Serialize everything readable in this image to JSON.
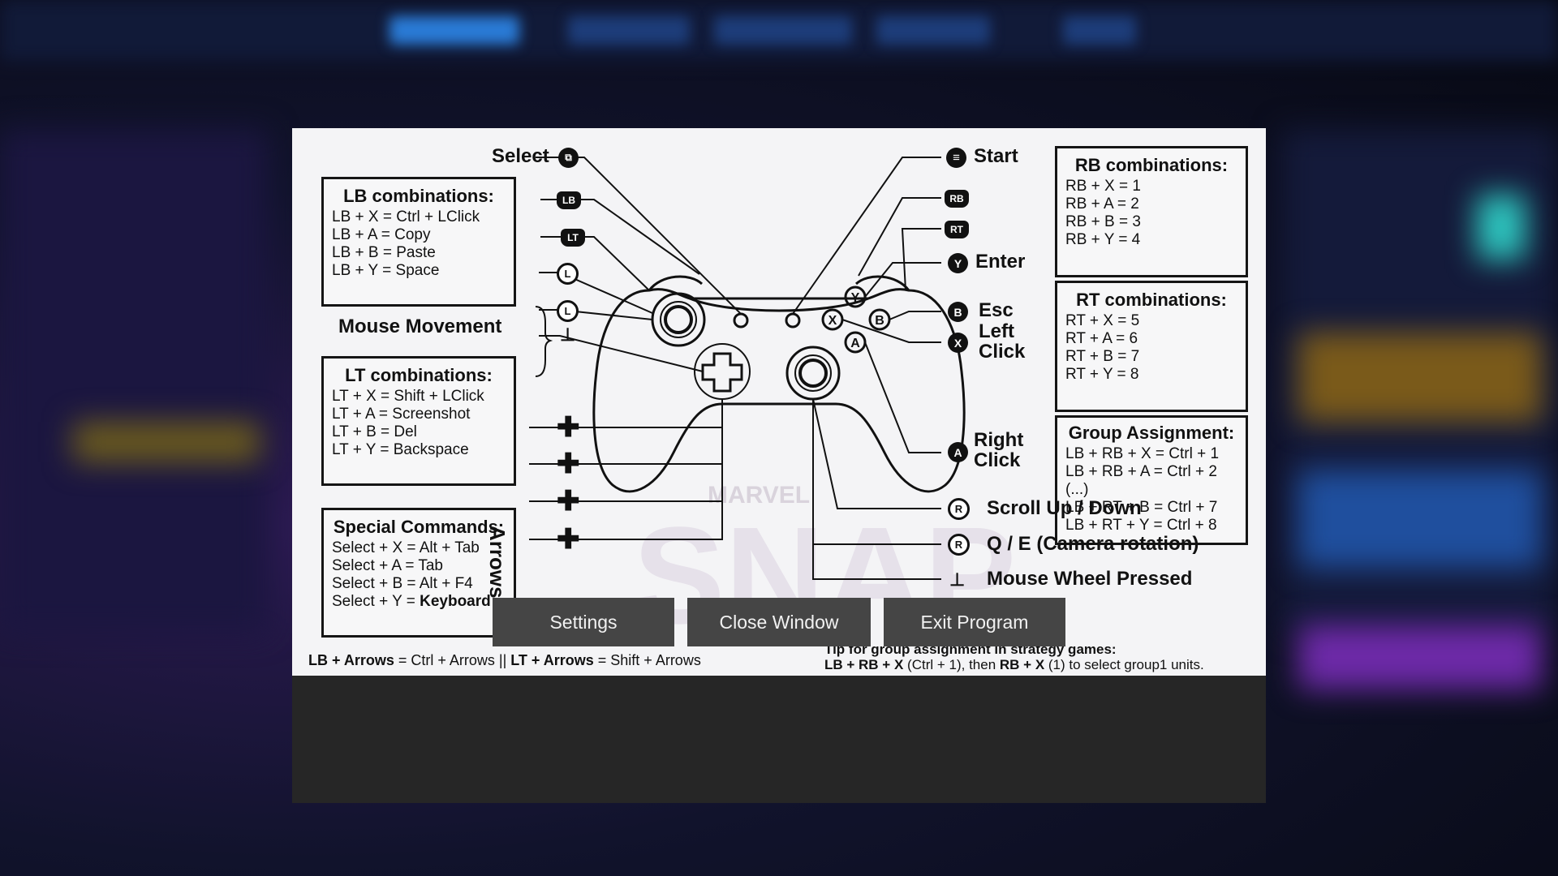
{
  "controls_sheet": {
    "lb_box": {
      "title": "LB combinations:",
      "lines": [
        "LB + X = Ctrl + LClick",
        "LB + A = Copy",
        "LB + B = Paste",
        "LB + Y = Space"
      ]
    },
    "lt_box": {
      "title": "LT combinations:",
      "lines": [
        "LT + X = Shift + LClick",
        "LT + A = Screenshot",
        "LT + B = Del",
        "LT + Y = Backspace"
      ]
    },
    "special_box": {
      "title": "Special Commands:",
      "lines": [
        "Select + X = Alt + Tab",
        "Select + A = Tab",
        "Select + B = Alt + F4"
      ],
      "last_prefix": "Select + Y = ",
      "last_bold": "Keyboard"
    },
    "rb_box": {
      "title": "RB combinations:",
      "lines": [
        "RB + X = 1",
        "RB + A = 2",
        "RB + B = 3",
        "RB +  Y = 4"
      ]
    },
    "rt_box": {
      "title": "RT combinations:",
      "lines": [
        "RT + X = 5",
        "RT + A = 6",
        "RT + B = 7",
        "RT +  Y = 8"
      ]
    },
    "group_box": {
      "title": "Group Assignment:",
      "lines": [
        "LB + RB + X = Ctrl + 1",
        "LB + RB + A = Ctrl + 2",
        "(...)",
        "LB + RT + B = Ctrl + 7",
        "LB + RT  + Y = Ctrl + 8"
      ]
    },
    "labels": {
      "select": "Select",
      "start": "Start",
      "mouse_movement": "Mouse Movement",
      "enter": "Enter",
      "esc": "Esc",
      "left_click": "Left\nClick",
      "right_click": "Right\nClick",
      "scroll": "Scroll Up / Down",
      "camera": "Q / E (Camera rotation)",
      "wheel": "Mouse Wheel Pressed",
      "arrows": "Arrows"
    },
    "badges": {
      "lb": "LB",
      "lt": "LT",
      "rb": "RB",
      "rt": "RT",
      "l": "L",
      "r": "R",
      "y": "Y",
      "b": "B",
      "x": "X",
      "a": "A",
      "face_y": "Y",
      "face_b": "B",
      "face_x": "X",
      "face_a": "A"
    },
    "footnote": {
      "part1_bold": "LB + Arrows",
      "part1": " = Ctrl + Arrows || ",
      "part2_bold": "LT + Arrows",
      "part2": " = Shift + Arrows"
    },
    "tip": {
      "title": "Tip for group assignment in strategy games:",
      "b1": "LB + RB + X",
      "t1": " (Ctrl + 1), then ",
      "b2": "RB + X",
      "t2": " (1) to select group1 units."
    },
    "watermark": {
      "marvel": "MARVEL",
      "snap": "SNAP"
    }
  },
  "buttons": {
    "settings": "Settings",
    "close": "Close Window",
    "exit": "Exit Program"
  },
  "colors": {
    "panel_bg": "#262626",
    "button_bg": "#454545",
    "sheet_bg": "#f4f4f6"
  }
}
